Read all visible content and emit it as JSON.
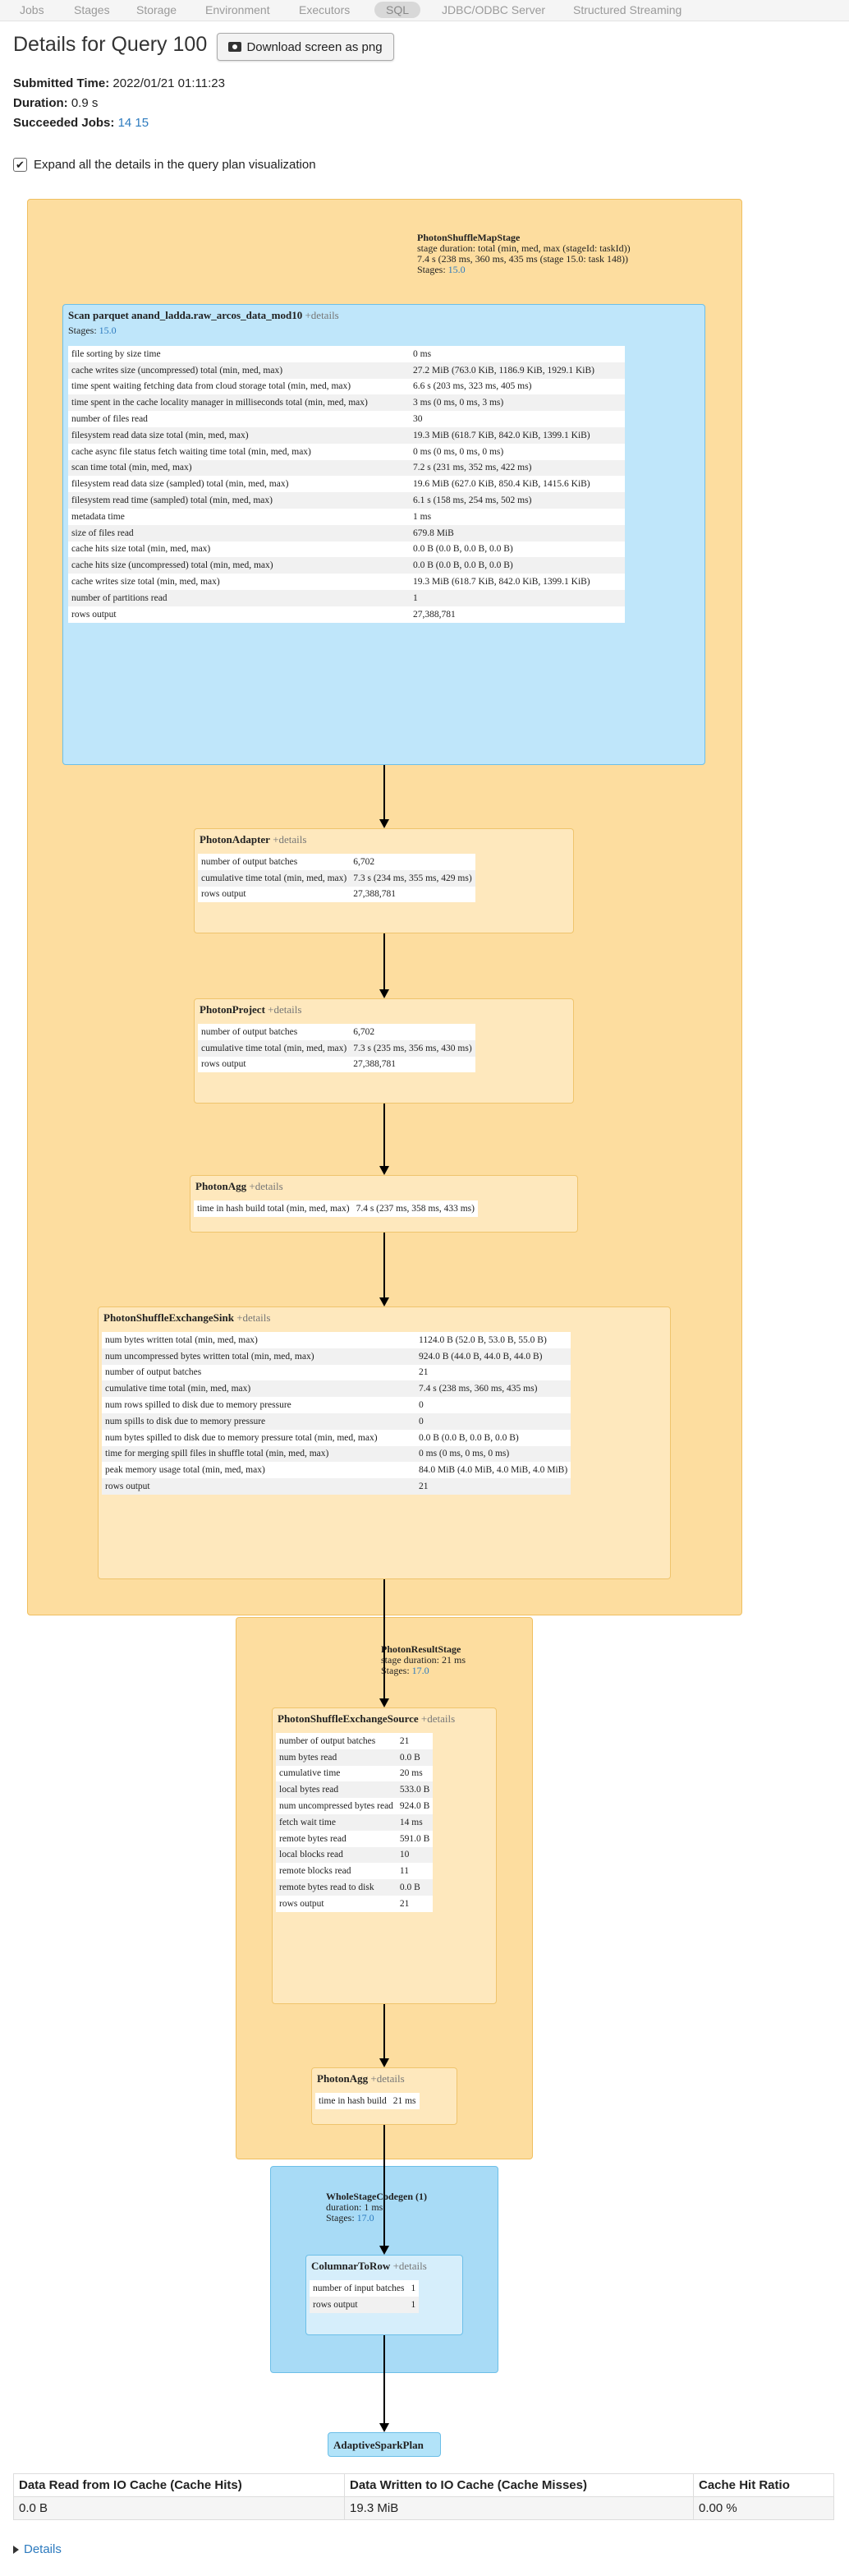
{
  "nav": {
    "tabs": [
      "Jobs",
      "Stages",
      "Storage",
      "Environment",
      "Executors",
      "SQL",
      "JDBC/ODBC Server",
      "Structured Streaming"
    ],
    "active": "SQL"
  },
  "header": {
    "title": "Details for Query 100",
    "download_label": "Download screen as png"
  },
  "summary": {
    "submitted_label": "Submitted Time:",
    "submitted_value": "2022/01/21 01:11:23",
    "duration_label": "Duration:",
    "duration_value": "0.9 s",
    "jobs_label": "Succeeded Jobs:",
    "jobs": [
      "14",
      "15"
    ]
  },
  "expand": {
    "label": "Expand all the details in the query plan visualization",
    "checked": true
  },
  "details_suffix": "+details",
  "plan": {
    "stage1": {
      "name": "PhotonShuffleMapStage",
      "line1": "stage duration: total (min, med, max (stageId: taskId))",
      "line2": "7.4 s (238 ms, 360 ms, 435 ms (stage 15.0: task 148))",
      "stages_label": "Stages:",
      "stages_value": "15.0"
    },
    "scan": {
      "name": "Scan parquet anand_ladda.raw_arcos_data_mod10",
      "stages_label": "Stages:",
      "stages_value": "15.0",
      "metrics": [
        [
          "file sorting by size time",
          "0 ms"
        ],
        [
          "cache writes size (uncompressed) total (min, med, max)",
          "27.2 MiB (763.0 KiB, 1186.9 KiB, 1929.1 KiB)"
        ],
        [
          "time spent waiting fetching data from cloud storage total (min, med, max)",
          "6.6 s (203 ms, 323 ms, 405 ms)"
        ],
        [
          "time spent in the cache locality manager in milliseconds total (min, med, max)",
          "3 ms (0 ms, 0 ms, 3 ms)"
        ],
        [
          "number of files read",
          "30"
        ],
        [
          "filesystem read data size total (min, med, max)",
          "19.3 MiB (618.7 KiB, 842.0 KiB, 1399.1 KiB)"
        ],
        [
          "cache async file status fetch waiting time total (min, med, max)",
          "0 ms (0 ms, 0 ms, 0 ms)"
        ],
        [
          "scan time total (min, med, max)",
          "7.2 s (231 ms, 352 ms, 422 ms)"
        ],
        [
          "filesystem read data size (sampled) total (min, med, max)",
          "19.6 MiB (627.0 KiB, 850.4 KiB, 1415.6 KiB)"
        ],
        [
          "filesystem read time (sampled) total (min, med, max)",
          "6.1 s (158 ms, 254 ms, 502 ms)"
        ],
        [
          "metadata time",
          "1 ms"
        ],
        [
          "size of files read",
          "679.8 MiB"
        ],
        [
          "cache hits size total (min, med, max)",
          "0.0 B (0.0 B, 0.0 B, 0.0 B)"
        ],
        [
          "cache hits size (uncompressed) total (min, med, max)",
          "0.0 B (0.0 B, 0.0 B, 0.0 B)"
        ],
        [
          "cache writes size total (min, med, max)",
          "19.3 MiB (618.7 KiB, 842.0 KiB, 1399.1 KiB)"
        ],
        [
          "number of partitions read",
          "1"
        ],
        [
          "rows output",
          "27,388,781"
        ]
      ]
    },
    "adapter": {
      "name": "PhotonAdapter",
      "metrics": [
        [
          "number of output batches",
          "6,702"
        ],
        [
          "cumulative time total (min, med, max)",
          "7.3 s (234 ms, 355 ms, 429 ms)"
        ],
        [
          "rows output",
          "27,388,781"
        ]
      ]
    },
    "project": {
      "name": "PhotonProject",
      "metrics": [
        [
          "number of output batches",
          "6,702"
        ],
        [
          "cumulative time total (min, med, max)",
          "7.3 s (235 ms, 356 ms, 430 ms)"
        ],
        [
          "rows output",
          "27,388,781"
        ]
      ]
    },
    "agg1": {
      "name": "PhotonAgg",
      "metrics": [
        [
          "time in hash build total (min, med, max)",
          "7.4 s (237 ms, 358 ms, 433 ms)"
        ]
      ]
    },
    "sink": {
      "name": "PhotonShuffleExchangeSink",
      "metrics": [
        [
          "num bytes written total (min, med, max)",
          "1124.0 B (52.0 B, 53.0 B, 55.0 B)"
        ],
        [
          "num uncompressed bytes written total (min, med, max)",
          "924.0 B (44.0 B, 44.0 B, 44.0 B)"
        ],
        [
          "number of output batches",
          "21"
        ],
        [
          "cumulative time total (min, med, max)",
          "7.4 s (238 ms, 360 ms, 435 ms)"
        ],
        [
          "num rows spilled to disk due to memory pressure",
          "0"
        ],
        [
          "num spills to disk due to memory pressure",
          "0"
        ],
        [
          "num bytes spilled to disk due to memory pressure total (min, med, max)",
          "0.0 B (0.0 B, 0.0 B, 0.0 B)"
        ],
        [
          "time for merging spill files in shuffle total (min, med, max)",
          "0 ms (0 ms, 0 ms, 0 ms)"
        ],
        [
          "peak memory usage total (min, med, max)",
          "84.0 MiB (4.0 MiB, 4.0 MiB, 4.0 MiB)"
        ],
        [
          "rows output",
          "21"
        ]
      ]
    },
    "stage2": {
      "name": "PhotonResultStage",
      "line1": "stage duration: 21 ms",
      "stages_label": "Stages:",
      "stages_value": "17.0"
    },
    "source": {
      "name": "PhotonShuffleExchangeSource",
      "metrics": [
        [
          "number of output batches",
          "21"
        ],
        [
          "num bytes read",
          "0.0 B"
        ],
        [
          "cumulative time",
          "20 ms"
        ],
        [
          "local bytes read",
          "533.0 B"
        ],
        [
          "num uncompressed bytes read",
          "924.0 B"
        ],
        [
          "fetch wait time",
          "14 ms"
        ],
        [
          "remote bytes read",
          "591.0 B"
        ],
        [
          "local blocks read",
          "10"
        ],
        [
          "remote blocks read",
          "11"
        ],
        [
          "remote bytes read to disk",
          "0.0 B"
        ],
        [
          "rows output",
          "21"
        ]
      ]
    },
    "agg2": {
      "name": "PhotonAgg",
      "metrics": [
        [
          "time in hash build",
          "21 ms"
        ]
      ]
    },
    "wsc": {
      "name": "WholeStageCodegen (1)",
      "line1": "duration: 1 ms",
      "stages_label": "Stages:",
      "stages_value": "17.0"
    },
    "c2r": {
      "name": "ColumnarToRow",
      "metrics": [
        [
          "number of input batches",
          "1"
        ],
        [
          "rows output",
          "1"
        ]
      ]
    },
    "final": {
      "name": "AdaptiveSparkPlan"
    }
  },
  "cache_table": {
    "headers": [
      "Data Read from IO Cache (Cache Hits)",
      "Data Written to IO Cache (Cache Misses)",
      "Cache Hit Ratio"
    ],
    "row": [
      "0.0 B",
      "19.3 MiB",
      "0.00 %"
    ]
  },
  "footer": {
    "details_label": "Details"
  }
}
